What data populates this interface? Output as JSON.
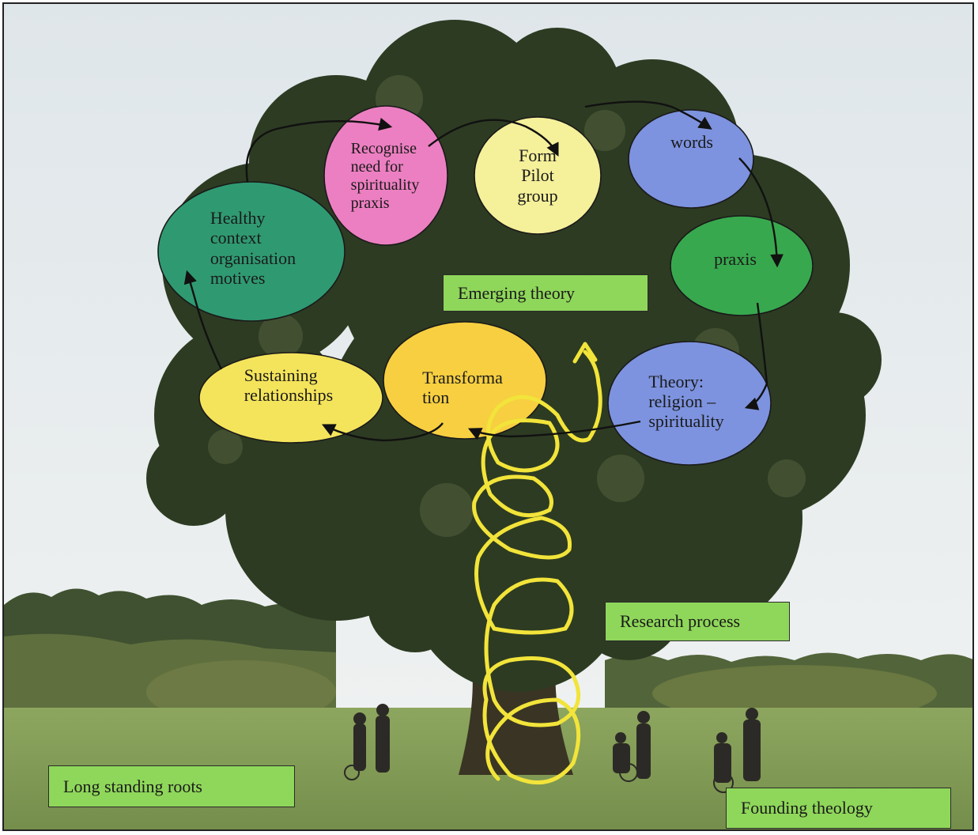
{
  "colors": {
    "sky": "#e9eef1",
    "foliage": "#2d3b22",
    "grass": "#7f9a55",
    "spiral": "#f2e43a",
    "arrow": "#111111",
    "label_green": "#8fd75a"
  },
  "nodes": {
    "recognise": {
      "label": "Recognise\nneed for\nspirituality\npraxis",
      "color": "#ec7fc1"
    },
    "form": {
      "label": "Form\nPilot\ngroup",
      "color": "#f5f09a"
    },
    "words": {
      "label": "words",
      "color": "#7d93df"
    },
    "praxis": {
      "label": "praxis",
      "color": "#38a84e"
    },
    "theory": {
      "label": "Theory:\nreligion –\nspirituality",
      "color": "#7d93df"
    },
    "transformation": {
      "label": "Transforma\ntion",
      "color": "#f7cf40"
    },
    "sustaining": {
      "label": "Sustaining\nrelationships",
      "color": "#f4e45b"
    },
    "healthy": {
      "label": "Healthy\ncontext\norganisation\nmotives",
      "color": "#2f9a72"
    }
  },
  "labels": {
    "emerging_theory": "Emerging theory",
    "research_process": "Research process",
    "long_standing_roots": "Long standing roots",
    "founding_theology": "Founding theology"
  }
}
